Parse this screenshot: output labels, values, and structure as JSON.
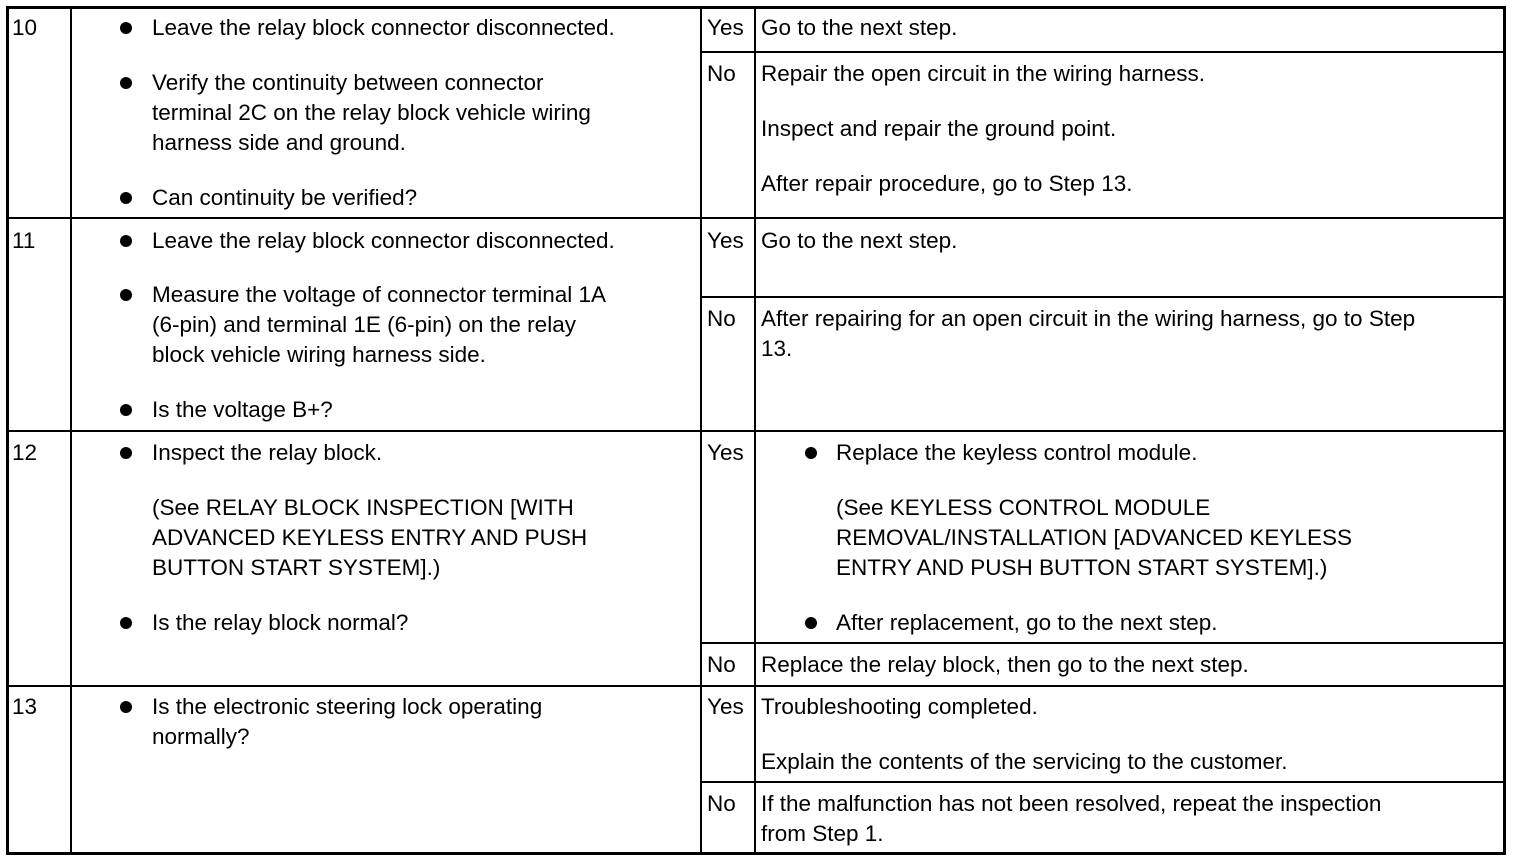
{
  "steps": [
    {
      "number": "10",
      "checks": [
        {
          "lines": [
            "Leave the relay block connector disconnected."
          ]
        },
        {
          "lines": [
            "Verify the continuity between connector",
            "terminal 2C on the relay block vehicle wiring",
            "harness side and ground."
          ]
        },
        {
          "lines": [
            "Can continuity be verified?"
          ]
        }
      ],
      "yes": {
        "label": "Yes",
        "lines": [
          "Go to the next step."
        ]
      },
      "no": {
        "label": "No",
        "paragraphs": [
          [
            "Repair the open circuit in the wiring harness."
          ],
          [
            "Inspect and repair the ground point."
          ],
          [
            "After repair procedure, go to Step 13."
          ]
        ]
      }
    },
    {
      "number": "11",
      "checks": [
        {
          "lines": [
            "Leave the relay block connector disconnected."
          ]
        },
        {
          "lines": [
            "Measure the voltage of connector terminal 1A",
            "(6-pin) and terminal 1E (6-pin) on the relay",
            "block vehicle wiring harness side."
          ]
        },
        {
          "lines": [
            "Is the voltage B+?"
          ]
        }
      ],
      "yes": {
        "label": "Yes",
        "lines": [
          "Go to the next step."
        ]
      },
      "no": {
        "label": "No",
        "lines": [
          "After repairing for an open circuit in the wiring harness, go to Step",
          "13."
        ]
      }
    },
    {
      "number": "12",
      "checks": [
        {
          "lines": [
            "Inspect the relay block."
          ],
          "note": [
            "(See RELAY BLOCK INSPECTION [WITH",
            "ADVANCED KEYLESS ENTRY AND PUSH",
            "BUTTON START SYSTEM].)"
          ]
        },
        {
          "lines": [
            "Is the relay block normal?"
          ]
        }
      ],
      "yes": {
        "label": "Yes",
        "bullets": [
          {
            "lines": [
              "Replace the keyless control module."
            ],
            "note": [
              "(See KEYLESS CONTROL MODULE",
              "REMOVAL/INSTALLATION [ADVANCED KEYLESS",
              "ENTRY AND PUSH BUTTON START SYSTEM].)"
            ]
          },
          {
            "lines": [
              "After replacement, go to the next step."
            ]
          }
        ]
      },
      "no": {
        "label": "No",
        "lines": [
          "Replace the relay block, then go to the next step."
        ]
      }
    },
    {
      "number": "13",
      "checks": [
        {
          "lines": [
            "Is the electronic steering lock operating",
            "normally?"
          ]
        }
      ],
      "yes": {
        "label": "Yes",
        "paragraphs": [
          [
            "Troubleshooting completed."
          ],
          [
            "Explain the contents of the servicing to the customer."
          ]
        ]
      },
      "no": {
        "label": "No",
        "lines": [
          "If the malfunction has not been resolved, repeat the inspection",
          "from Step 1."
        ]
      }
    }
  ]
}
